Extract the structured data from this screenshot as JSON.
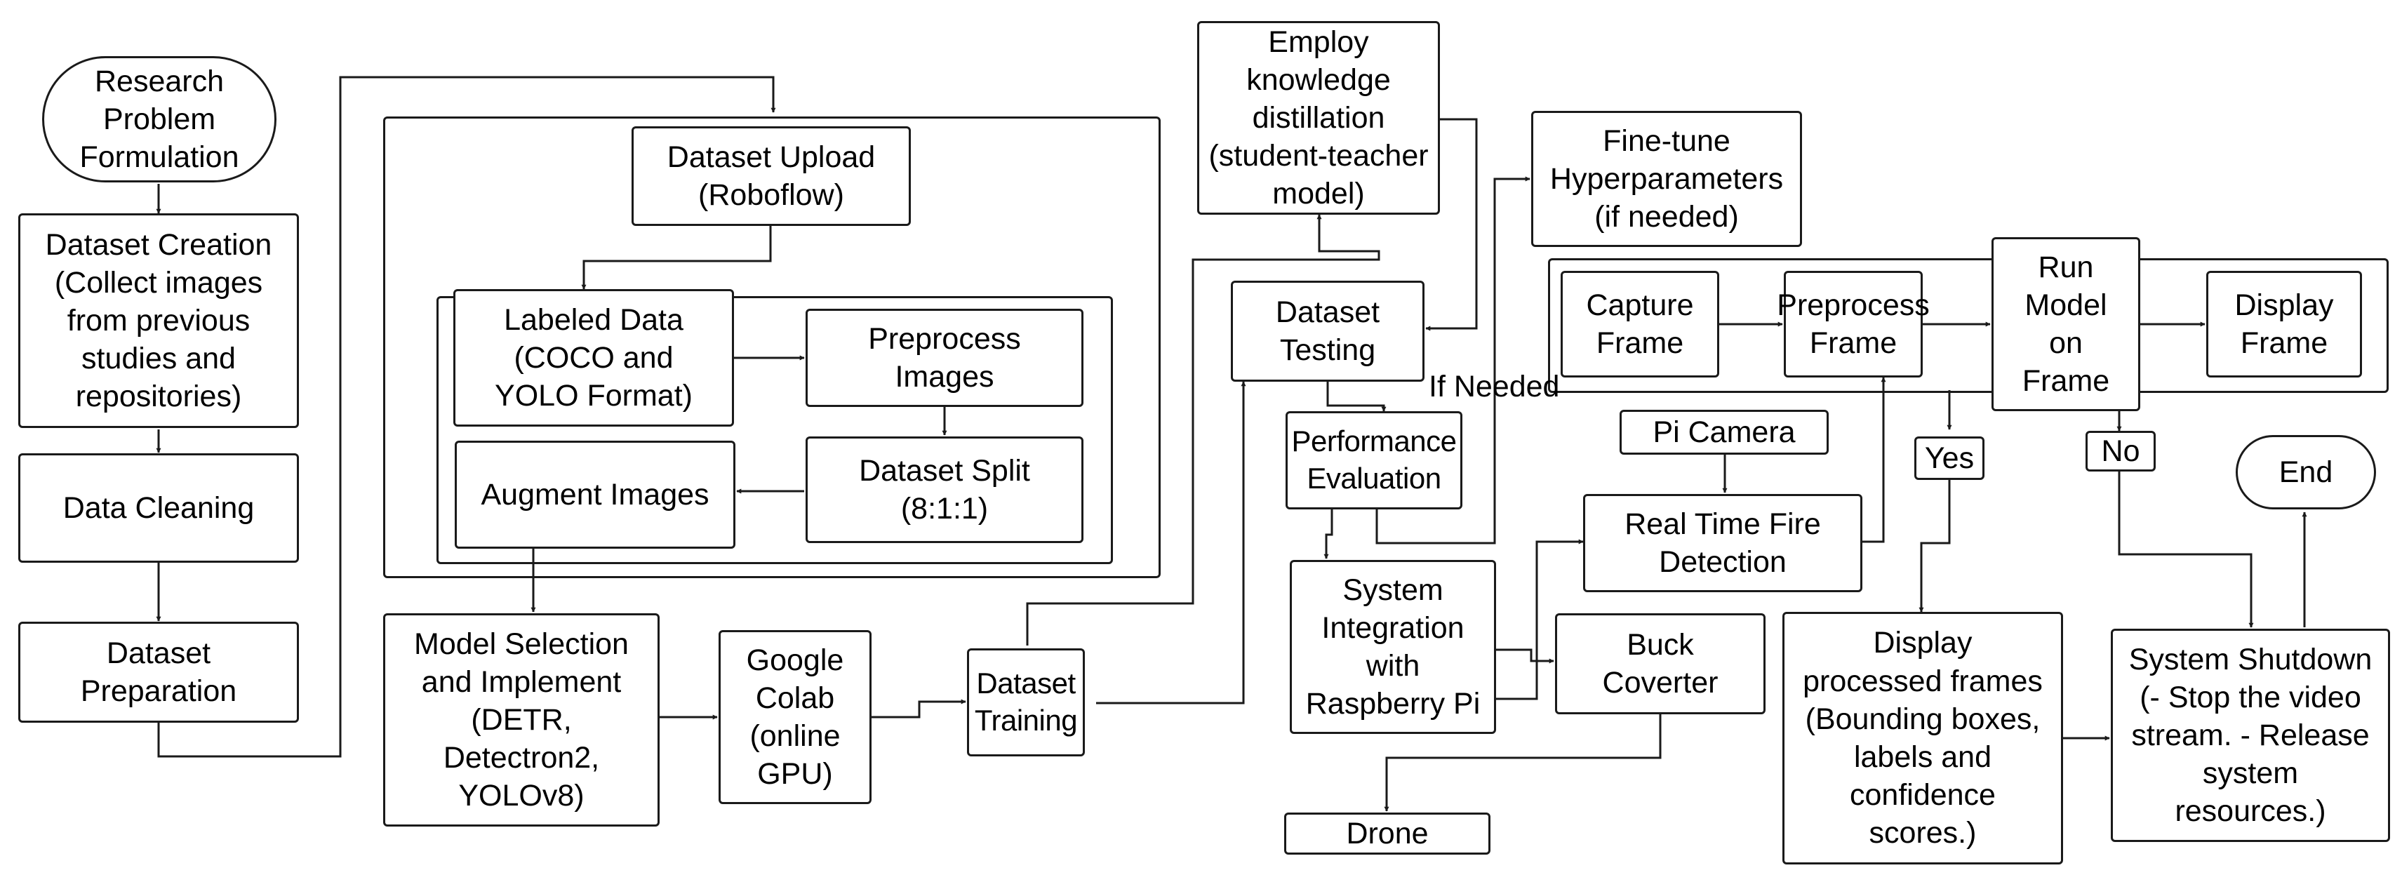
{
  "diagram": {
    "nodes": {
      "research_problem": "Research\nProblem\nFormulation",
      "dataset_creation": "Dataset Creation\n(Collect images\nfrom previous\nstudies and\nrepositories)",
      "data_cleaning": "Data Cleaning",
      "dataset_preparation": "Dataset\nPreparation",
      "dataset_upload": "Dataset Upload\n(Roboflow)",
      "labeled_data": "Labeled Data\n(COCO and\nYOLO Format)",
      "preprocess_images": "Preprocess\nImages",
      "dataset_split": "Dataset Split\n(8:1:1)",
      "augment_images": "Augment Images",
      "model_selection": "Model Selection\nand Implement\n(DETR,\nDetectron2,\nYOLOv8)",
      "google_colab": "Google\nColab\n(online\nGPU)",
      "dataset_training": "Dataset\nTraining",
      "knowledge_distillation": "Employ\nknowledge\ndistillation\n(student-teacher\nmodel)",
      "dataset_testing": "Dataset\nTesting",
      "performance_evaluation": "Performance\nEvaluation",
      "fine_tune": "Fine-tune\nHyperparameters\n(if needed)",
      "system_integration": "System\nIntegration\nwith\nRaspberry Pi",
      "pi_camera": "Pi Camera",
      "real_time_detection": "Real Time Fire\nDetection",
      "buck_converter": "Buck\nCoverter",
      "drone": "Drone",
      "capture_frame": "Capture\nFrame",
      "preprocess_frame": "Preprocess\nFrame",
      "run_model": "Run\nModel\non\nFrame",
      "display_frame": "Display\nFrame",
      "yes": "Yes",
      "no": "No",
      "display_processed": "Display\nprocessed frames\n(Bounding boxes,\nlabels and\nconfidence\nscores.)",
      "system_shutdown": "System Shutdown\n(- Stop the video\nstream. - Release\nsystem\nresources.)",
      "end": "End"
    },
    "labels": {
      "if_needed": "If Needed"
    }
  }
}
